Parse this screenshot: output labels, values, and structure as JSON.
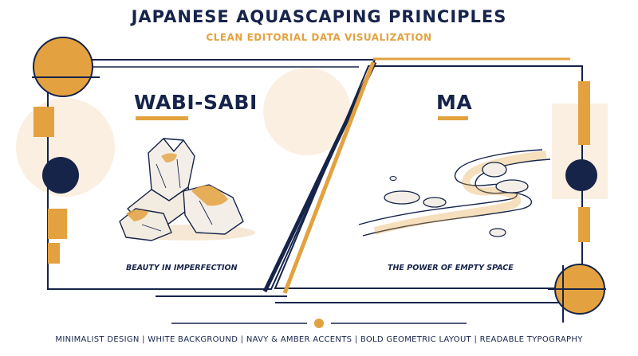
{
  "header": {
    "title": "JAPANESE AQUASCAPING PRINCIPLES",
    "subtitle": "CLEAN EDITORIAL DATA VISUALIZATION"
  },
  "panels": [
    {
      "title": "WABI-SABI",
      "caption": "BEAUTY IN IMPERFECTION",
      "illustration": "weathered-rock"
    },
    {
      "title": "MA",
      "caption": "THE POWER OF EMPTY SPACE",
      "illustration": "stones-and-sand-path"
    }
  ],
  "footer": {
    "text": "MINIMALIST DESIGN | WHITE BACKGROUND | NAVY & AMBER ACCENTS | BOLD GEOMETRIC LAYOUT | READABLE TYPOGRAPHY"
  },
  "colors": {
    "navy": "#16244a",
    "amber": "#e3a23f",
    "sand": "#f6e8d4"
  }
}
